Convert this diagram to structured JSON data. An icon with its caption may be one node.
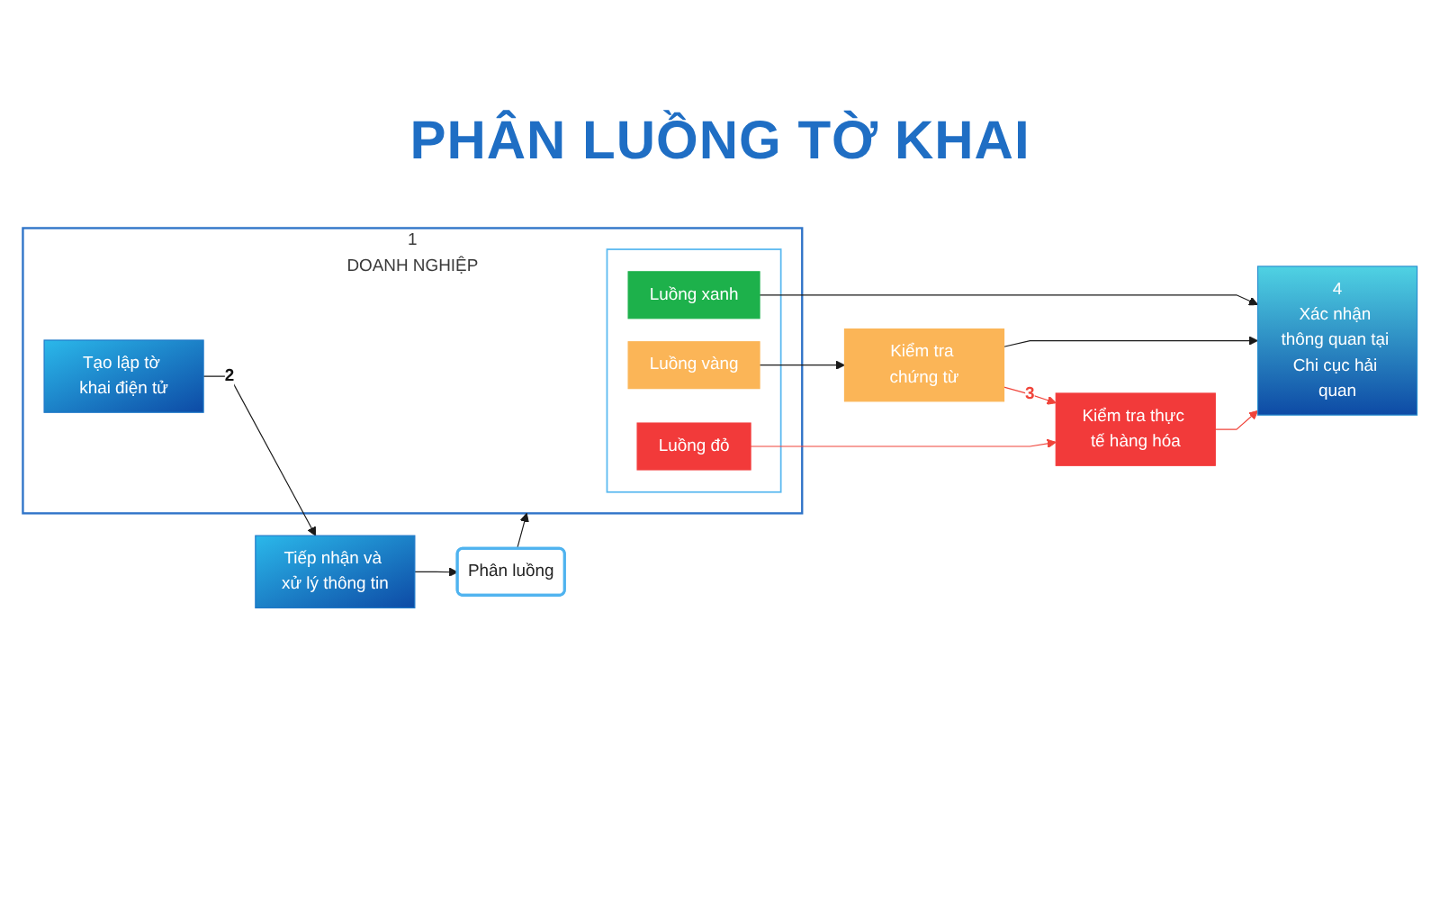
{
  "diagram": {
    "title": "PHÂN LUỒNG TỜ KHAI",
    "nodes": [
      {
        "text": [
          "1",
          "DOANH NGHIỆP"
        ]
      },
      {
        "text": [
          "Tạo lập tờ khai điện tử"
        ],
        "in": 0
      },
      {
        "text": [],
        "shape": "box",
        "in": 0
      },
      {
        "text": [
          "Luồng xanh"
        ],
        "in": 2
      },
      {
        "text": [
          "Luồng vàng"
        ],
        "in": 2
      },
      {
        "text": [
          "Luồng đỏ"
        ],
        "in": 2
      },
      {
        "text": [
          "4",
          "Xác nhận thông quan tại Chi cục hải quan"
        ]
      },
      {
        "text": [
          "Kiểm tra chứng từ"
        ]
      },
      {
        "text": [
          "Kiểm tra thực tế hàng hóa"
        ]
      },
      {
        "text": [
          "Tiếp nhận và xử lý thông tin"
        ]
      },
      {
        "text": [
          "Phân luồng"
        ]
      }
    ],
    "edges": [
      {
        "from": 1,
        "to": 9,
        "arrow": "to",
        "label": "2"
      },
      {
        "from": 9,
        "to": 10,
        "arrow": "to"
      },
      {
        "from": 10,
        "to": 0,
        "arrow": "to"
      },
      {
        "from": 3,
        "to": 6,
        "arrow": "to"
      },
      {
        "from": 4,
        "to": 7,
        "arrow": "to"
      },
      {
        "from": 7,
        "to": 6,
        "arrow": "to"
      },
      {
        "from": 7,
        "to": 8,
        "arrow": "to",
        "label": "3",
        "color": "#f0443a"
      },
      {
        "from": 5,
        "to": 8,
        "arrow": "to",
        "color": "#f0443a"
      },
      {
        "from": 8,
        "to": 6,
        "arrow": "to",
        "color": "#f0443a"
      }
    ]
  }
}
